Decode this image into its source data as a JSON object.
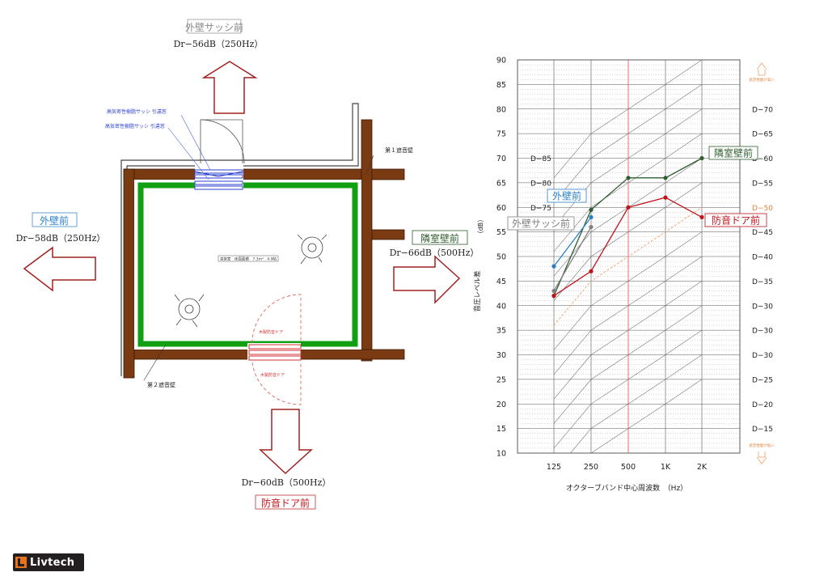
{
  "plan": {
    "top": {
      "label": "外壁サッシ前",
      "value": "Dr−56dB（250Hz）"
    },
    "left": {
      "label": "外壁前",
      "value": "Dr−58dB（250Hz）"
    },
    "right": {
      "label": "隣室壁前",
      "value": "Dr−66dB（500Hz）"
    },
    "bottom": {
      "label": "防音ドア前",
      "value": "Dr−60dB（500Hz）"
    },
    "wall1": "第１遮音壁",
    "wall2": "第２遮音壁",
    "sash1": "高気密性樹脂サッシ 引違窓",
    "sash2": "高気密性樹脂サッシ 引違窓",
    "room": "音楽室　床面面積　7.3ｍ²　4.9帖",
    "door_outer": "木製防音ドア",
    "door_inner": "木製防音ドア"
  },
  "chart_data": {
    "type": "line",
    "x": [
      "125",
      "250",
      "500",
      "1K",
      "2K"
    ],
    "xlabel": "オクターブバンド中心周波数　（Hz）",
    "ylabel": "音圧レベル差",
    "yunit": "（dB）",
    "ylim": [
      10,
      90
    ],
    "yticks": [
      10,
      15,
      20,
      25,
      30,
      35,
      40,
      45,
      50,
      55,
      60,
      65,
      70,
      75,
      80,
      85,
      90
    ],
    "top_note": "遮音性能が高い",
    "bottom_note": "遮音性能が低い",
    "right_labels": [
      {
        "y": 80,
        "text": "D−70"
      },
      {
        "y": 75,
        "text": "D−65"
      },
      {
        "y": 70,
        "text": "D−60"
      },
      {
        "y": 65,
        "text": "D−55"
      },
      {
        "y": 60,
        "text": "D−50"
      },
      {
        "y": 55,
        "text": "D−45"
      },
      {
        "y": 50,
        "text": "D−40"
      },
      {
        "y": 45,
        "text": "D−35"
      },
      {
        "y": 40,
        "text": "D−30"
      },
      {
        "y": 35,
        "text": "D−30"
      },
      {
        "y": 30,
        "text": "D−30"
      },
      {
        "y": 25,
        "text": "D−25"
      },
      {
        "y": 20,
        "text": "D−20"
      },
      {
        "y": 15,
        "text": "D−15"
      }
    ],
    "left_labels": [
      {
        "y": 70,
        "text": "D−85"
      },
      {
        "y": 65,
        "text": "D−80"
      },
      {
        "y": 60,
        "text": "D−75"
      }
    ],
    "series": [
      {
        "name": "隣室壁前",
        "color": "#2e5e2e",
        "values": [
          42,
          59.5,
          66,
          66,
          70
        ]
      },
      {
        "name": "防音ドア前",
        "color": "#c0141c",
        "values": [
          42,
          47,
          60,
          62,
          58
        ]
      },
      {
        "name": "外壁前",
        "color": "#2a7fc9",
        "values": [
          48,
          58,
          null,
          null,
          null
        ]
      },
      {
        "name": "外壁サッシ前",
        "color": "#808080",
        "values": [
          43,
          56,
          null,
          null,
          null
        ]
      }
    ],
    "colors": {
      "highlight_curve": "#f0a070",
      "ref_line": "#e06070"
    }
  },
  "brand": "Livtech"
}
